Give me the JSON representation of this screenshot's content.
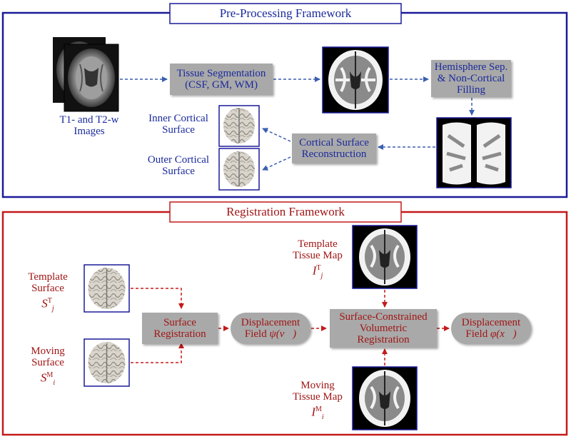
{
  "preprocessing": {
    "title": "Pre-Processing Framework",
    "t1t2_label_line1": "T1- and T2-w",
    "t1t2_label_line2": "Images",
    "tissue_seg_line1": "Tissue Segmentation",
    "tissue_seg_line2": "(CSF, GM, WM)",
    "hemi_line1": "Hemisphere Sep.",
    "hemi_line2": "& Non-Cortical",
    "hemi_line3": "Filling",
    "cortical_recon_line1": "Cortical Surface",
    "cortical_recon_line2": "Reconstruction",
    "inner_line1": "Inner Cortical",
    "inner_line2": "Surface",
    "outer_line1": "Outer Cortical",
    "outer_line2": "Surface"
  },
  "registration": {
    "title": "Registration Framework",
    "template_surface_line1": "Template",
    "template_surface_line2": "Surface",
    "template_surface_sym": "S",
    "template_surface_sup": "T",
    "template_surface_sub": "j",
    "moving_surface_line1": "Moving",
    "moving_surface_line2": "Surface",
    "moving_surface_sym": "S",
    "moving_surface_sup": "M",
    "moving_surface_sub": "i",
    "surface_reg_line1": "Surface",
    "surface_reg_line2": "Registration",
    "disp1_line1": "Displacement",
    "disp1_line2": "Field ",
    "disp1_math": "ψ(v⃗)",
    "volreg_line1": "Surface-Constrained",
    "volreg_line2": "Volumetric",
    "volreg_line3": "Registration",
    "disp2_line1": "Displacement",
    "disp2_line2": "Field ",
    "disp2_math": "φ(x⃗)",
    "template_map_line1": "Template",
    "template_map_line2": "Tissue Map",
    "template_map_sym": "I",
    "template_map_sup": "T",
    "template_map_sub": "j",
    "moving_map_line1": "Moving",
    "moving_map_line2": "Tissue Map",
    "moving_map_sym": "I",
    "moving_map_sup": "M",
    "moving_map_sub": "i"
  },
  "colors": {
    "blue_frame": "#1a1a9a",
    "red_frame": "#c41a1a",
    "box_fill": "#a9a9a9"
  }
}
